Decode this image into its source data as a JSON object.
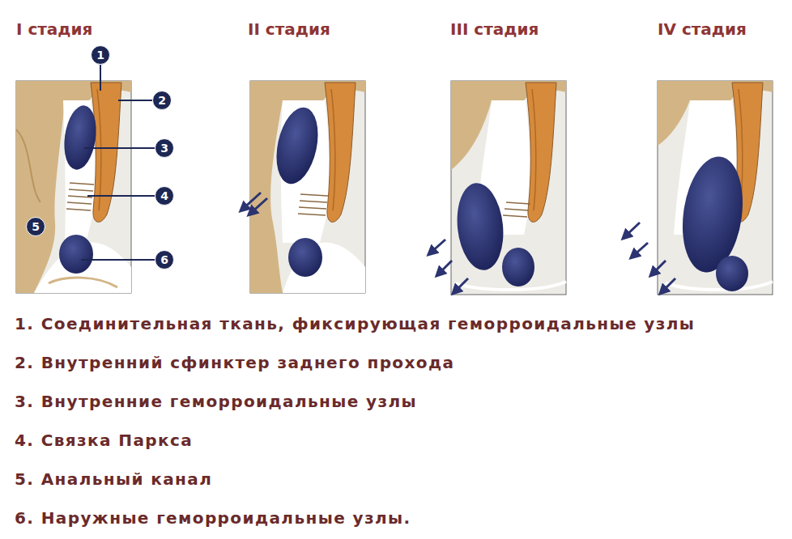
{
  "diagram": {
    "labels": [
      "I стадия",
      "II стадия",
      "III стадия",
      "IV стадия",
      "1",
      "2",
      "3",
      "4",
      "5",
      "6",
      "1. Соединительная ткань, фиксирующая геморроидальные узлы",
      "2. Внутренний сфинктер заднего прохода",
      "3. Внутренние геморроидальные узлы",
      "4. Связка Паркса",
      "5. Анальный канал",
      "6. Наружные геморроидальные узлы."
    ]
  }
}
